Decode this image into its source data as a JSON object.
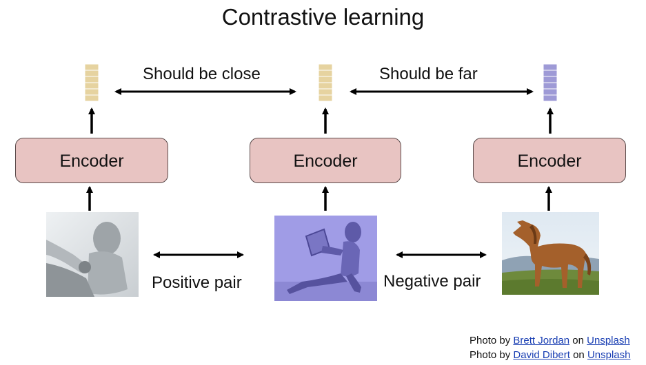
{
  "title": "Contrastive learning",
  "relations": {
    "close_label": "Should be close",
    "far_label": "Should be far",
    "positive_label": "Positive pair",
    "negative_label": "Negative pair"
  },
  "encoders": [
    {
      "label": "Encoder"
    },
    {
      "label": "Encoder"
    },
    {
      "label": "Encoder"
    }
  ],
  "embedding_colors": {
    "similar": "#e6d3a0",
    "different": "#9e9ad6"
  },
  "images": [
    {
      "subject": "gray-figurine-photo",
      "color": "#b9bfc2"
    },
    {
      "subject": "figurine-purple-tint-photo",
      "color": "#9b98e0"
    },
    {
      "subject": "horse-photo",
      "color": "#a05a2a"
    }
  ],
  "credits": {
    "line1": {
      "prefix": "Photo by ",
      "author": "Brett Jordan",
      "middle": " on ",
      "site": "Unsplash"
    },
    "line2": {
      "prefix": "Photo by ",
      "author": "David Dibert",
      "middle": " on ",
      "site": "Unsplash"
    }
  }
}
